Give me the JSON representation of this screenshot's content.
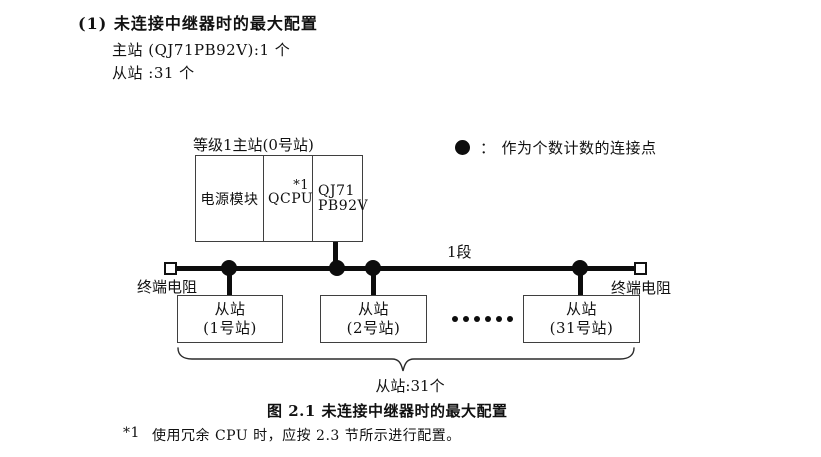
{
  "colors": {
    "text": "#111111",
    "line": "#0d0d0d",
    "box_border": "#3f3f3f"
  },
  "header": {
    "heading": "(1) 未连接中继器时的最大配置",
    "master_spec": "主站 (QJ71PB92V):1 个",
    "slave_spec": "从站 :31 个"
  },
  "diagram": {
    "master_station": {
      "label": "等级1主站(0号站)",
      "power_module": "电源模块",
      "cpu": "QCPU",
      "cpu_note_ref": "*1",
      "module_line1": "QJ71",
      "module_line2": "PB92V"
    },
    "legend": {
      "colon": "：",
      "text": "作为个数计数的连接点"
    },
    "segment_label": "1段",
    "left_terminator_label": "终端电阻",
    "right_terminator_label": "终端电阻",
    "slaves": [
      {
        "line1": "从站",
        "line2": "(1号站)"
      },
      {
        "line1": "从站",
        "line2": "(2号站)"
      },
      {
        "line1": "从站",
        "line2": "(31号站)"
      }
    ],
    "brace_label": "从站:31个"
  },
  "caption": "图 2.1 未连接中继器时的最大配置",
  "footnote": {
    "ref": "*1",
    "text": "使用冗余 CPU 时，应按 2.3 节所示进行配置。"
  }
}
